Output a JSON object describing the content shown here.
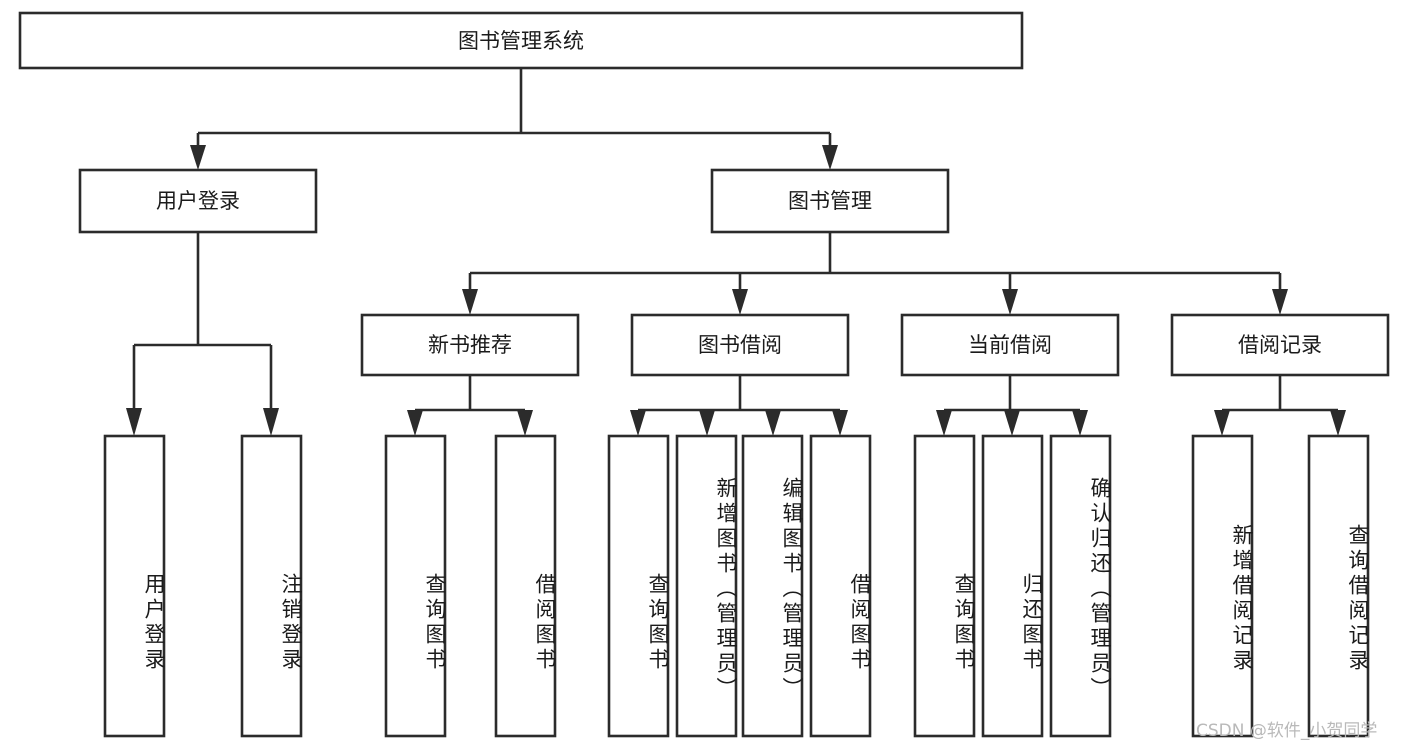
{
  "diagram": {
    "title": "图书管理系统",
    "type": "tree-hierarchy-chart",
    "orientation": "top-down",
    "colors": {
      "box_stroke": "#2b2b2b",
      "box_fill": "#ffffff",
      "link": "#2b2b2b",
      "text": "#1b1b1b",
      "background": "#ffffff",
      "watermark": "#b9b9b9"
    },
    "root": {
      "label": "图书管理系统"
    },
    "level2": [
      {
        "label": "用户登录"
      },
      {
        "label": "图书管理"
      }
    ],
    "level3": [
      {
        "label": "新书推荐"
      },
      {
        "label": "图书借阅"
      },
      {
        "label": "当前借阅"
      },
      {
        "label": "借阅记录"
      }
    ],
    "leaves": {
      "user_login": [
        {
          "label": "用户登录"
        },
        {
          "label": "注销登录"
        }
      ],
      "new_book_recommend": [
        {
          "label": "查询图书"
        },
        {
          "label": "借阅图书"
        }
      ],
      "book_borrow": [
        {
          "label": "查询图书"
        },
        {
          "label": "新增图书（管理员）"
        },
        {
          "label": "编辑图书（管理员）"
        },
        {
          "label": "借阅图书"
        }
      ],
      "current_borrow": [
        {
          "label": "查询图书"
        },
        {
          "label": "归还图书"
        },
        {
          "label": "确认归还（管理员）"
        }
      ],
      "borrow_record": [
        {
          "label": "新增借阅记录"
        },
        {
          "label": "查询借阅记录"
        }
      ]
    }
  },
  "watermark": {
    "text": "CSDN @软件_小贺同学"
  }
}
